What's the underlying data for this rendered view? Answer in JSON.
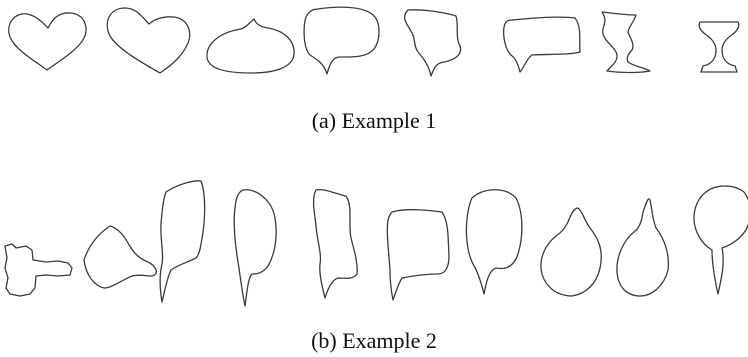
{
  "figure": {
    "subfigures": [
      {
        "tag": "(a)",
        "label": "Example 1"
      },
      {
        "tag": "(b)",
        "label": "Example 2"
      }
    ],
    "stroke_color": "#3a3a3a"
  }
}
